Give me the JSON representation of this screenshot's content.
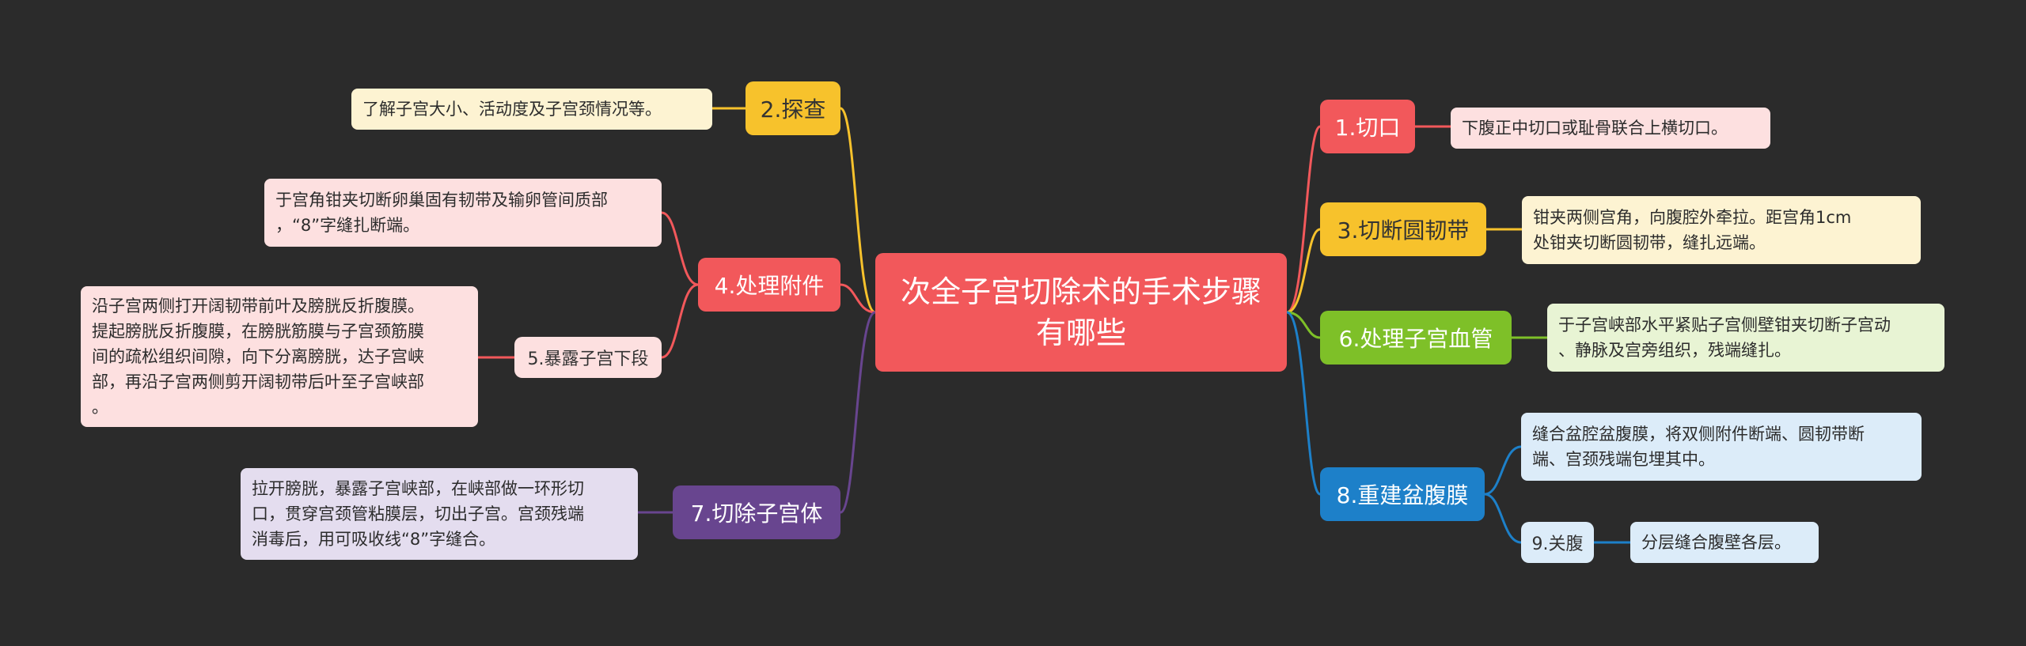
{
  "root": {
    "title": "次全子宫切除术的手术步骤有哪些"
  },
  "right": {
    "step1": {
      "label": "1.切口",
      "note": "下腹正中切口或耻骨联合上横切口。"
    },
    "step3": {
      "label": "3.切断圆韧带",
      "note": [
        "钳夹两侧宫角，向腹腔外牵拉。距宫角1cm",
        "处钳夹切断圆韧带，缝扎远端。"
      ]
    },
    "step6": {
      "label": "6.处理子宫血管",
      "note": [
        "于子宫峡部水平紧贴子宫侧壁钳夹切断子宫动",
        "、静脉及宫旁组织，残端缝扎。"
      ]
    },
    "step8": {
      "label": "8.重建盆腹膜",
      "note": [
        "缝合盆腔盆腹膜，将双侧附件断端、圆韧带断",
        "端、宫颈残端包埋其中。"
      ],
      "sub": {
        "label": "9.关腹",
        "note": "分层缝合腹壁各层。"
      }
    }
  },
  "left": {
    "step2": {
      "label": "2.探查",
      "note": "了解子宫大小、活动度及子宫颈情况等。"
    },
    "step4": {
      "label": "4.处理附件",
      "note": [
        "于宫角钳夹切断卵巢固有韧带及输卵管间质部",
        "，“8”字缝扎断端。"
      ],
      "sub": {
        "label": "5.暴露子宫下段",
        "note": [
          "沿子宫两侧打开阔韧带前叶及膀胱反折腹膜。",
          "提起膀胱反折腹膜，在膀胱筋膜与子宫颈筋膜",
          "间的疏松组织间隙，向下分离膀胱，达子宫峡",
          "部，再沿子宫两侧剪开阔韧带后叶至子宫峡部",
          "。"
        ]
      }
    },
    "step7": {
      "label": "7.切除子宫体",
      "note": [
        "拉开膀胱，暴露子宫峡部，在峡部做一环形切",
        "口，贯穿宫颈管粘膜层，切出子宫。宫颈残端",
        "消毒后，用可吸收线“8”字缝合。"
      ]
    }
  },
  "colors": {
    "red": "#f2585b",
    "yellow": "#f7c22c",
    "green": "#7ec028",
    "blue": "#1d80c9",
    "purple": "#68458f",
    "background": "#2b2b2b"
  }
}
